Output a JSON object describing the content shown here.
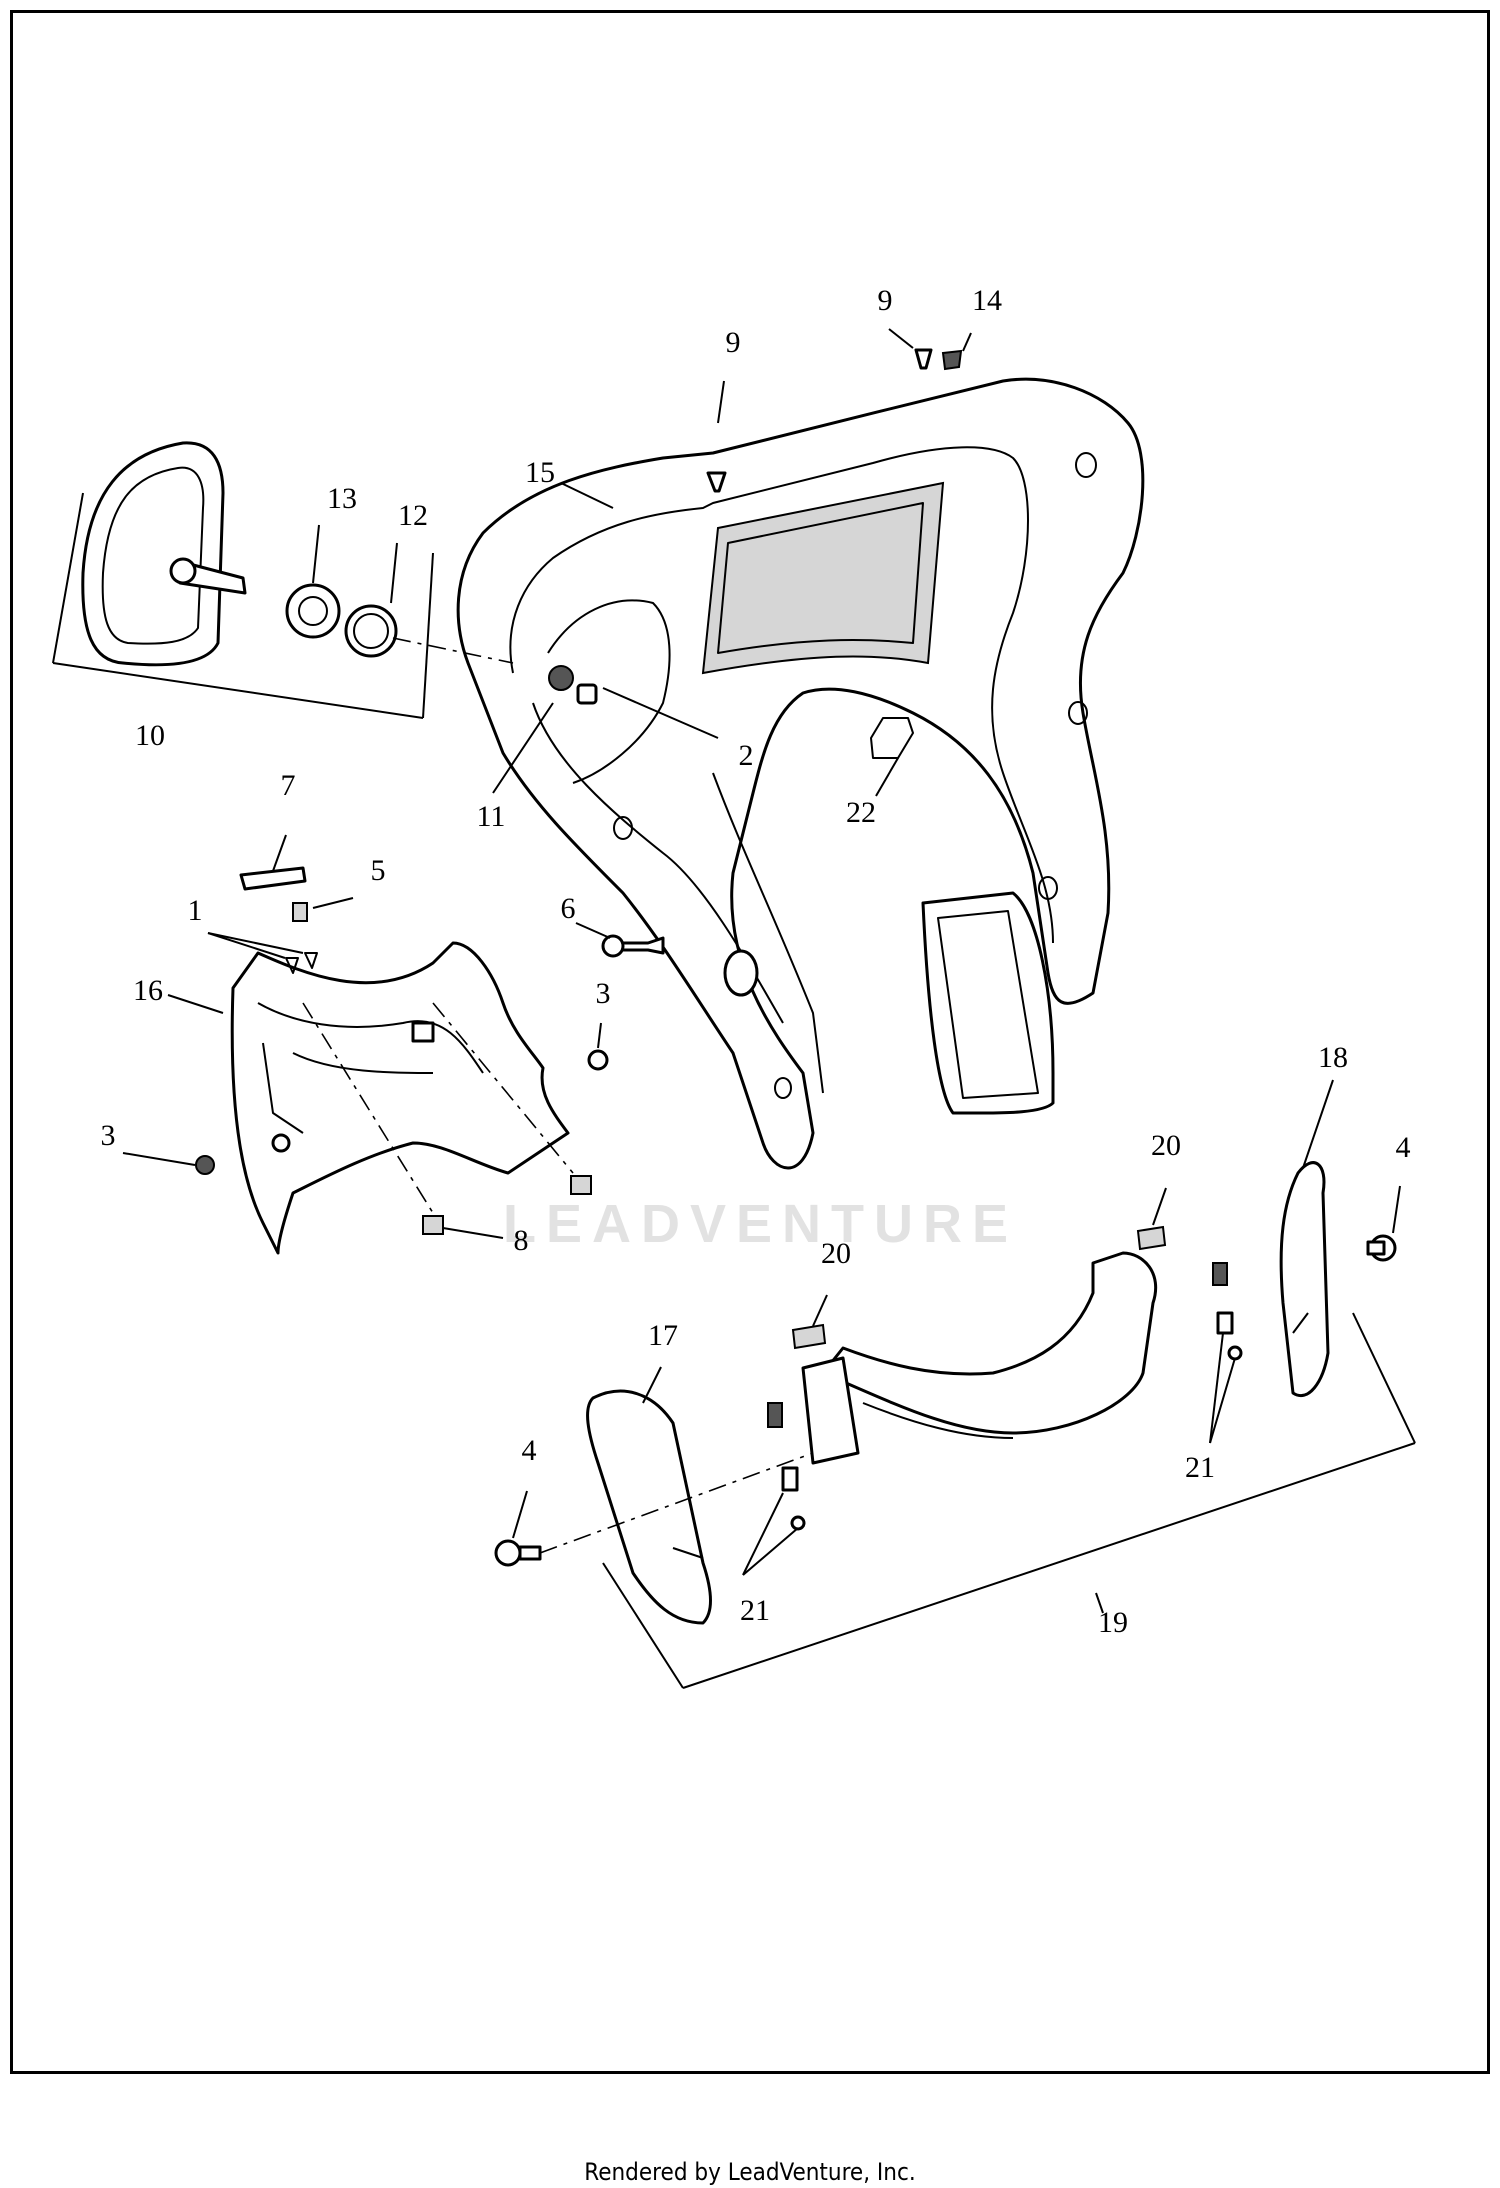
{
  "diagram": {
    "callouts": [
      "1",
      "2",
      "3",
      "3",
      "4",
      "4",
      "5",
      "6",
      "7",
      "8",
      "9",
      "9",
      "10",
      "11",
      "12",
      "13",
      "14",
      "15",
      "16",
      "17",
      "18",
      "19",
      "20",
      "20",
      "21",
      "21",
      "22"
    ]
  },
  "watermark": "LEADVENTURE",
  "footer": "Rendered by LeadVenture, Inc."
}
